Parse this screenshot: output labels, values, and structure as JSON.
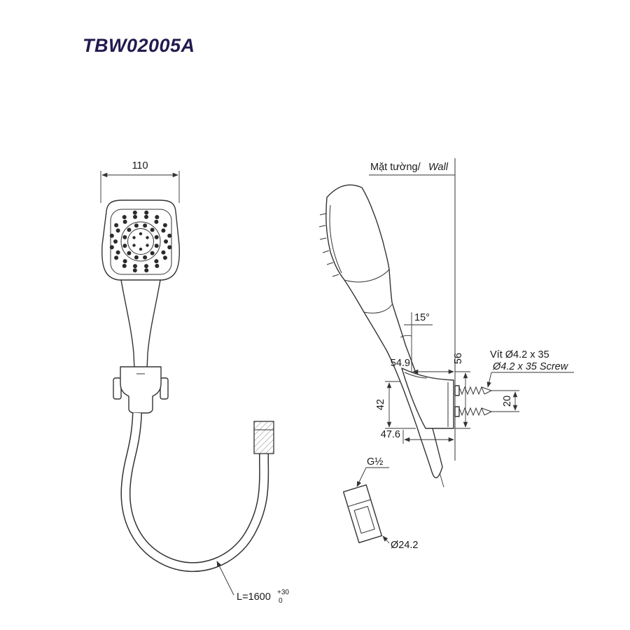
{
  "title": "TBW02005A",
  "colors": {
    "title": "#221b4e",
    "line": "#333333"
  },
  "front": {
    "dim_width": "110",
    "hose_length_label": "L=1600",
    "hose_tol_plus": "+30",
    "hose_tol_minus": "0"
  },
  "side": {
    "wall_label_vi": "Mặt tường/",
    "wall_label_en": "Wall",
    "angle_label": "15°",
    "dim_wall_offset": "54.9",
    "dim_axis_to_bracket_bottom": "56",
    "dim_bracket_height": "42",
    "dim_bracket_depth": "47.6",
    "dim_screw_pitch": "20",
    "screw_label_vi": "Vít Ø4.2 x 35",
    "screw_label_en": "Ø4.2 x 35 Screw",
    "thread_label": "G½",
    "dim_connector_dia": "Ø24.2"
  }
}
